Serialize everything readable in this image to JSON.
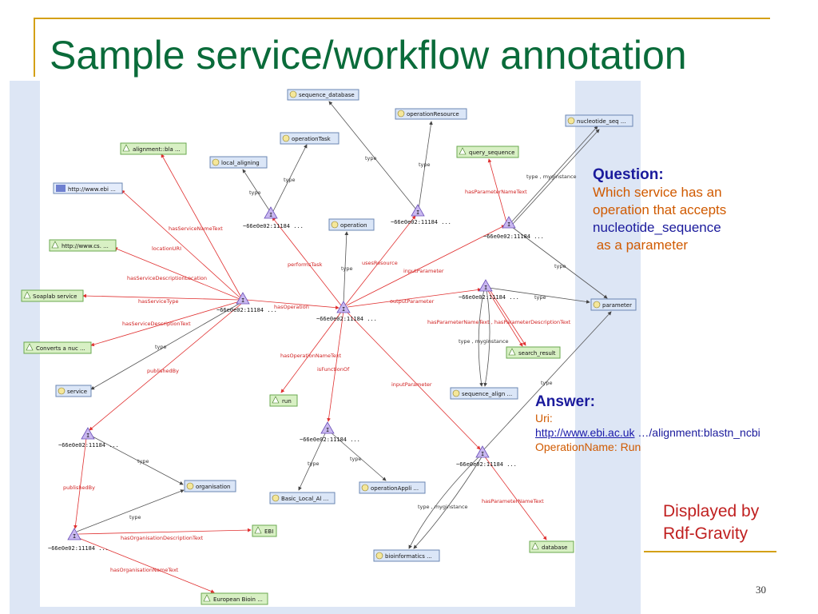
{
  "slide": {
    "title": "Sample service/workflow annotation",
    "page_number": "30"
  },
  "question": {
    "heading": "Question:",
    "lines": [
      {
        "text": "Which service has an",
        "color": "#d05a00"
      },
      {
        "text": "operation that accepts",
        "color": "#d05a00"
      },
      {
        "text": "nucleotide_sequence",
        "color": "#1a1a9c"
      },
      {
        "text": " as a parameter",
        "color": "#d05a00"
      }
    ]
  },
  "answer": {
    "heading": "Answer:",
    "uri_label": "Uri:",
    "uri_link": "http://www.ebi.ac.uk",
    "uri_rest": " …/alignment:blastn_ncbi",
    "operation_name": "OperationName: Run"
  },
  "credit": {
    "line1": "Displayed by",
    "line2": "Rdf-Gravity"
  },
  "graph": {
    "nodes": {
      "sequence_database": "sequence_database",
      "operationResource": "operationResource",
      "nucleotide_seq": "nucleotide_seq ...",
      "operationTask": "operationTask",
      "local_aligning": "local_aligning",
      "alignment_bla": "alignment::bla ...",
      "query_sequence": "query_sequence",
      "http_ebi": "http://www.ebi ...",
      "http_cs": "http://www.cs. ...",
      "operation": "operation",
      "soaplab": "Soaplab service",
      "parameter": "parameter",
      "converts": "Converts a nuc ...",
      "search_result": "search_result",
      "service": "service",
      "run": "run",
      "sequence_align": "sequence_align ...",
      "organisation": "organisation",
      "basic_local": "Basic_Local_Al ...",
      "operationAppli": "operationAppli ...",
      "ebi": "EBI",
      "database": "database",
      "bioinformatics": "bioinformatics ...",
      "european": "European Bioin ..."
    },
    "instance_label": "~66e0e02:11184 ...",
    "edge_labels": {
      "type": "type",
      "type_myginstance": "type , myginstance",
      "hasParameterNameText": "hasParameterNameText",
      "hasServiceNameText": "hasServiceNameText",
      "locationURI": "locationURI",
      "hasServiceDescriptionLocation": "hasServiceDescriptionLocation",
      "hasServiceType": "hasServiceType",
      "hasServiceDescriptionText": "hasServiceDescriptionText",
      "performsTask": "performsTask",
      "usesResource": "usesResource",
      "inputParameter": "inputParameter",
      "outputParameter": "outputParameter",
      "hasOperation": "hasOperation",
      "hasParamNameDesc": "hasParameterNameText , hasParameterDescriptionText",
      "publishedBy": "publishedBy",
      "hasOperationNameText": "hasOperationNameText",
      "isFunctionOf": "isFunctionOf",
      "hasOrganisationDescriptionText": "hasOrganisationDescriptionText",
      "hasOrganisationNameText": "hasOrganisationNameText"
    },
    "colors": {
      "property_edge": "#e03030",
      "type_edge": "#555555",
      "class_node": "#dbe6f7",
      "literal_node": "#d8f0c4",
      "instance_node": "#c9b8f0"
    }
  }
}
